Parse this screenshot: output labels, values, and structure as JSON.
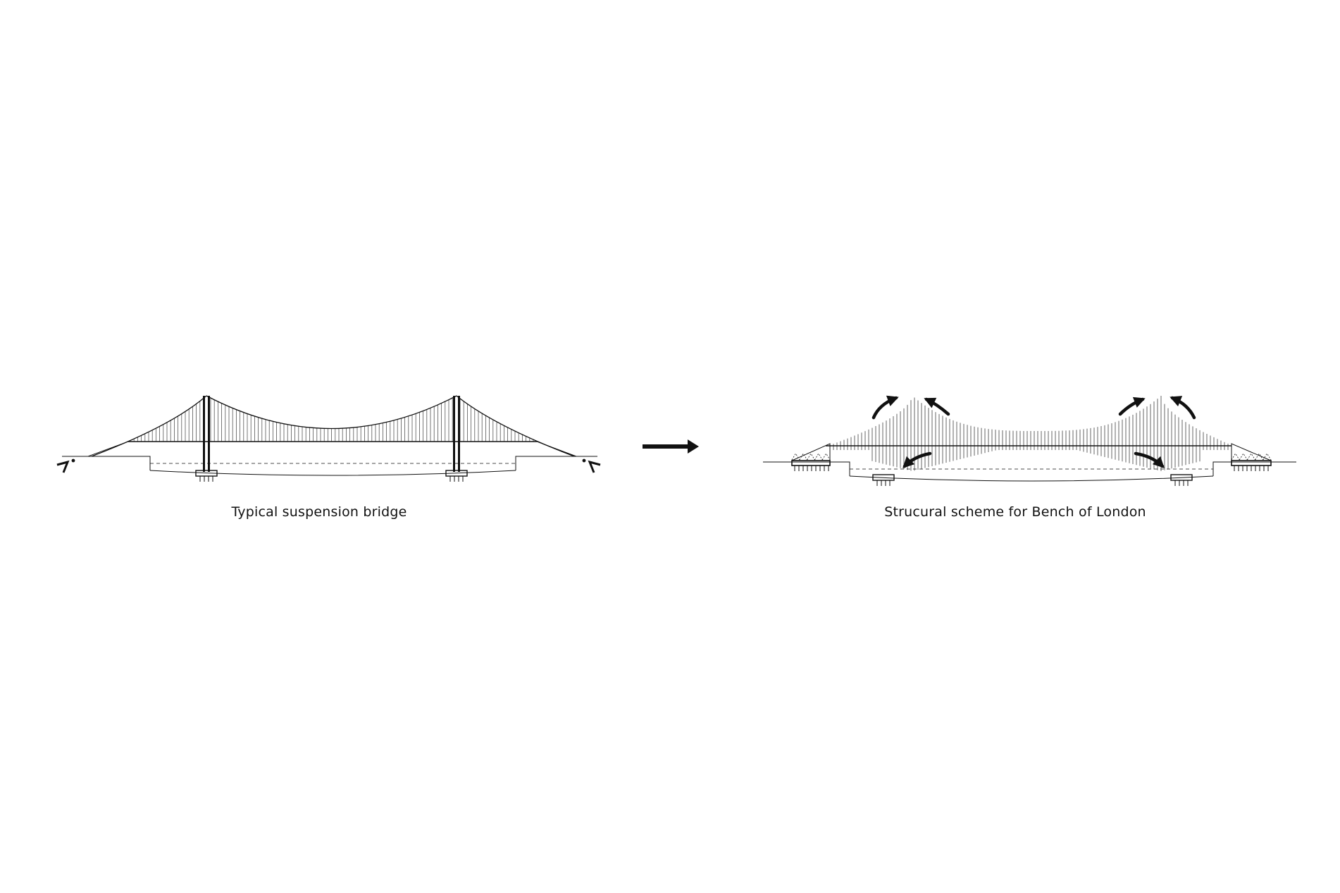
{
  "diagrams": [
    {
      "id": "typical",
      "caption": "Typical suspension bridge"
    },
    {
      "id": "bench",
      "caption": "Strucural scheme for Bench of London"
    }
  ],
  "colors": {
    "background": "#ffffff",
    "ink": "#111111",
    "hanger": "#555555"
  },
  "icons": {
    "transition_arrow": "right-arrow-icon",
    "force_arrows": "curved-arrow-icon"
  }
}
